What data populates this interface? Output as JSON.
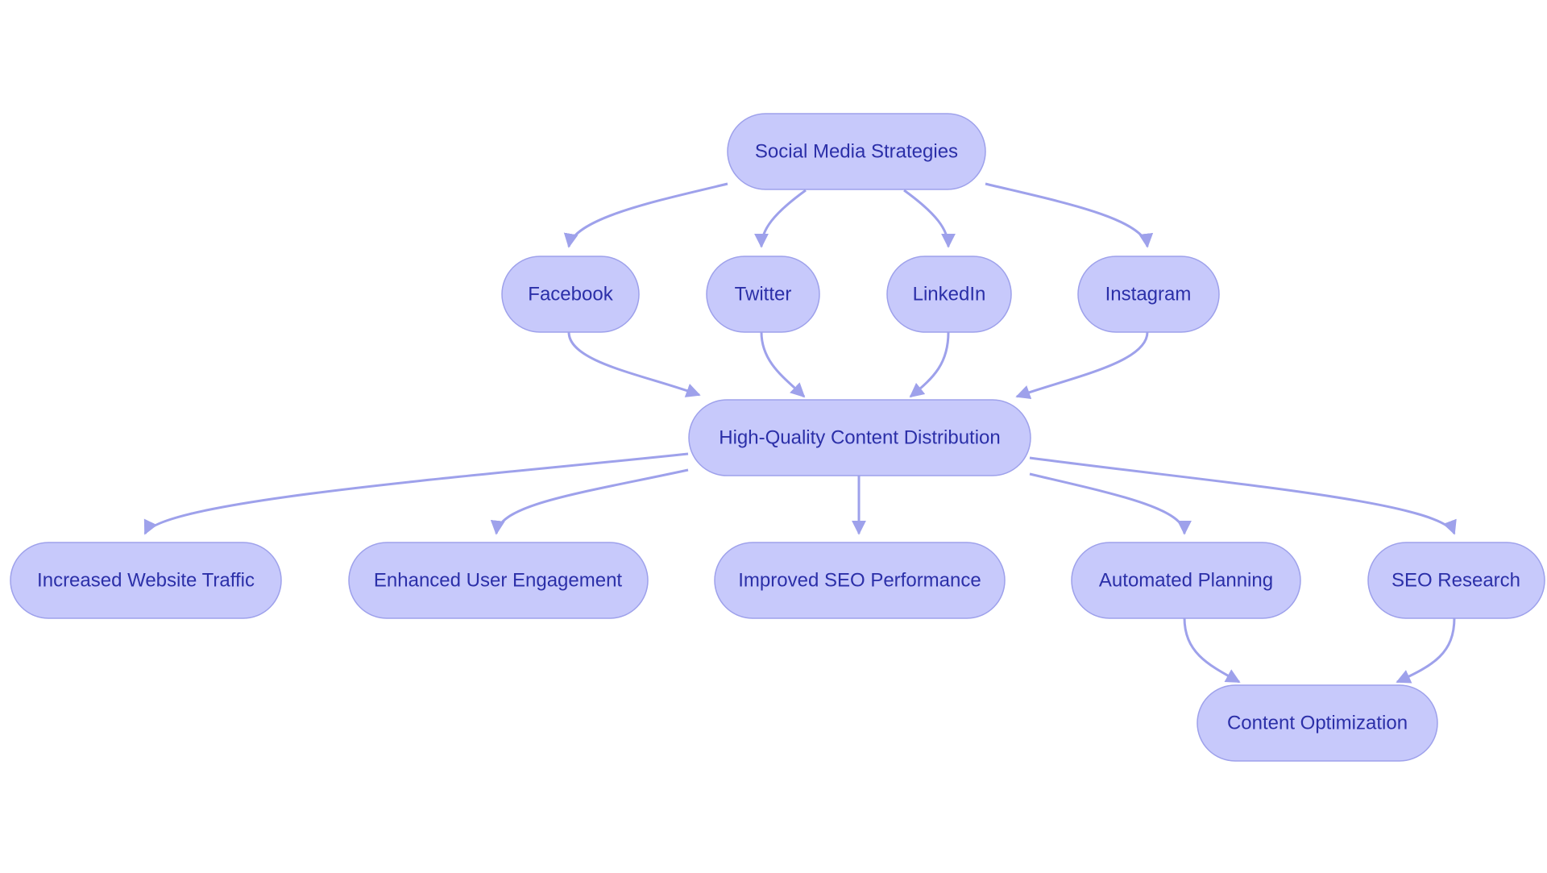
{
  "diagram": {
    "type": "flowchart",
    "colors": {
      "node_fill": "#c7c9fb",
      "node_stroke": "#9ea1eb",
      "edge": "#9ea1eb",
      "text": "#2b2fa8",
      "background": "#ffffff"
    },
    "nodes": [
      {
        "id": "social",
        "label": "Social Media Strategies"
      },
      {
        "id": "facebook",
        "label": "Facebook"
      },
      {
        "id": "twitter",
        "label": "Twitter"
      },
      {
        "id": "linkedin",
        "label": "LinkedIn"
      },
      {
        "id": "instagram",
        "label": "Instagram"
      },
      {
        "id": "hqcd",
        "label": "High-Quality Content Distribution"
      },
      {
        "id": "traffic",
        "label": "Increased Website Traffic"
      },
      {
        "id": "engagement",
        "label": "Enhanced User Engagement"
      },
      {
        "id": "seo_perf",
        "label": "Improved SEO Performance"
      },
      {
        "id": "automated",
        "label": "Automated Planning"
      },
      {
        "id": "seo_research",
        "label": "SEO Research"
      },
      {
        "id": "optimization",
        "label": "Content Optimization"
      }
    ],
    "edges": [
      {
        "from": "social",
        "to": "facebook"
      },
      {
        "from": "social",
        "to": "twitter"
      },
      {
        "from": "social",
        "to": "linkedin"
      },
      {
        "from": "social",
        "to": "instagram"
      },
      {
        "from": "facebook",
        "to": "hqcd"
      },
      {
        "from": "twitter",
        "to": "hqcd"
      },
      {
        "from": "linkedin",
        "to": "hqcd"
      },
      {
        "from": "instagram",
        "to": "hqcd"
      },
      {
        "from": "hqcd",
        "to": "traffic"
      },
      {
        "from": "hqcd",
        "to": "engagement"
      },
      {
        "from": "hqcd",
        "to": "seo_perf"
      },
      {
        "from": "hqcd",
        "to": "automated"
      },
      {
        "from": "hqcd",
        "to": "seo_research"
      },
      {
        "from": "automated",
        "to": "optimization"
      },
      {
        "from": "seo_research",
        "to": "optimization"
      }
    ]
  }
}
